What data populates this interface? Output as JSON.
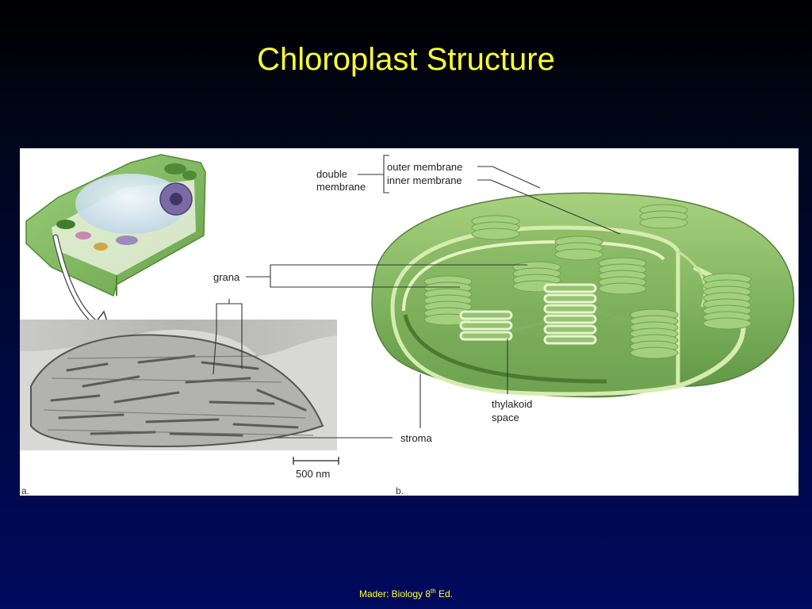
{
  "slide": {
    "title": "Chloroplast Structure",
    "footer_prefix": "Mader: Biology 8",
    "footer_sup": "th",
    "footer_suffix": " Ed."
  },
  "figure": {
    "labels": {
      "double": "double",
      "membrane": "membrane",
      "outer_membrane": "outer membrane",
      "inner_membrane": "inner membrane",
      "grana": "grana",
      "thylakoid": "thylakoid",
      "space": "space",
      "stroma": "stroma",
      "scale_bar": "500 nm",
      "panel_a": "a.",
      "panel_b": "b."
    },
    "colors": {
      "chloroplast_green": "#7fb35d",
      "light_green": "#b9dc8e",
      "thylakoid_green": "#93c46f",
      "membrane_edge": "#d6ecae",
      "label_line": "#333333",
      "title_yellow": "#ffff33"
    }
  }
}
